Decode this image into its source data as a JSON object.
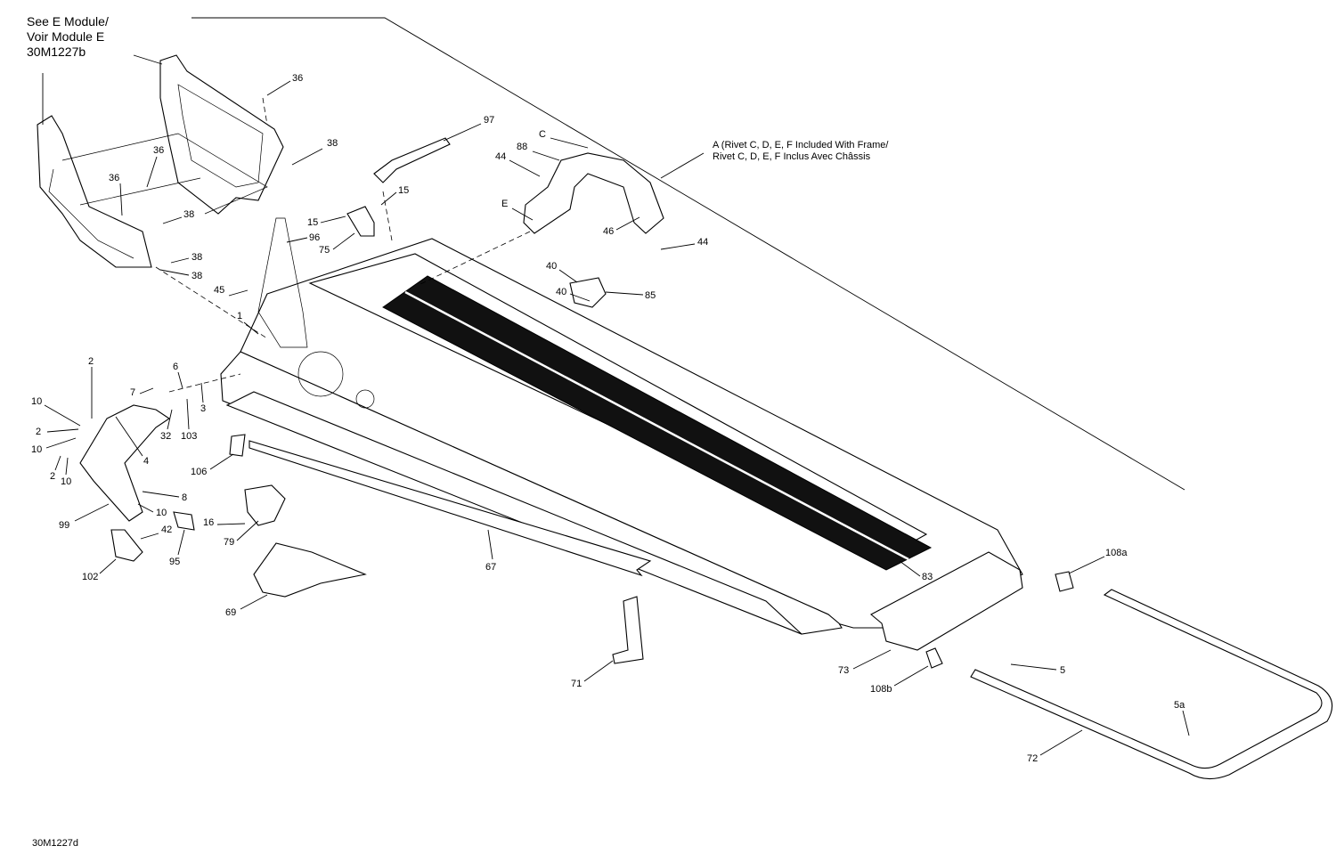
{
  "notes": {
    "module_ref": [
      "See E Module/",
      "Voir Module E",
      "30M1227b"
    ],
    "rivet_note": [
      "A (Rivet C, D, E, F Included With Frame/",
      "Rivet C, D, E, F Inclus Avec Châssis"
    ],
    "diagram_code": "30M1227d"
  },
  "callouts": [
    "36",
    "38",
    "36",
    "36",
    "38",
    "38",
    "38",
    "97",
    "C",
    "88",
    "44",
    "E",
    "46",
    "44",
    "15",
    "15",
    "96",
    "75",
    "45",
    "1",
    "40",
    "40",
    "85",
    "2",
    "6",
    "7",
    "10",
    "3",
    "2",
    "32",
    "103",
    "10",
    "4",
    "2",
    "10",
    "106",
    "8",
    "99",
    "10",
    "16",
    "42",
    "79",
    "95",
    "102",
    "67",
    "69",
    "83",
    "108a",
    "73",
    "108b",
    "71",
    "5",
    "5a",
    "72"
  ]
}
